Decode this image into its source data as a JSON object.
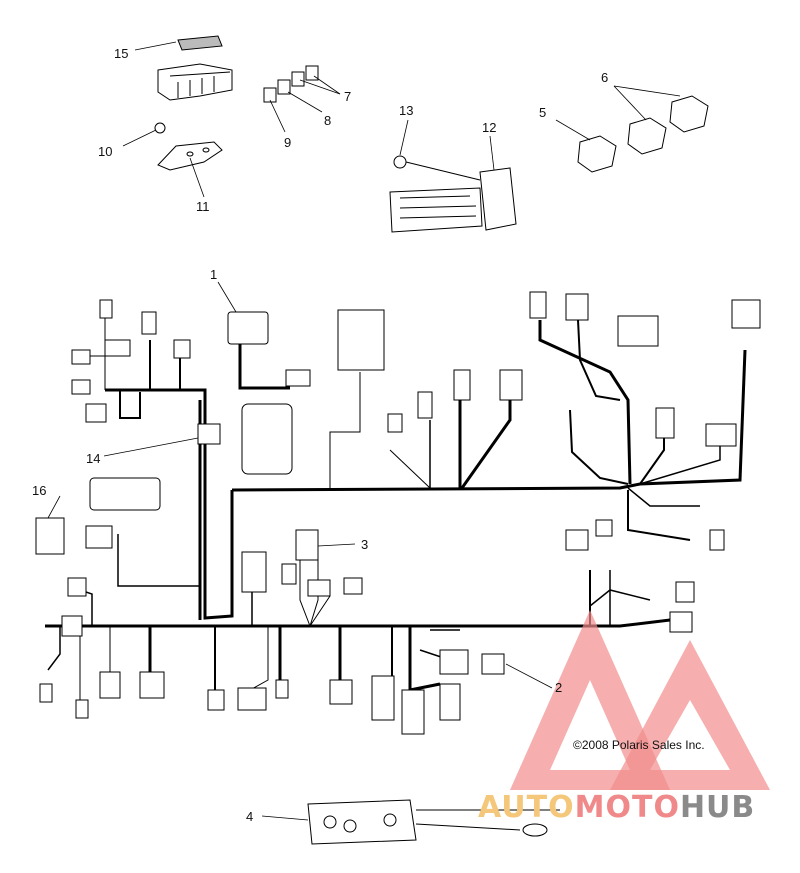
{
  "callouts": {
    "c1": "1",
    "c2": "2",
    "c3": "3",
    "c4": "4",
    "c5": "5",
    "c6": "6",
    "c7": "7",
    "c8": "8",
    "c9": "9",
    "c10": "10",
    "c11": "11",
    "c12": "12",
    "c13": "13",
    "c14": "14",
    "c15": "15",
    "c16": "16"
  },
  "copyright": "©2008 Polaris Sales Inc.",
  "watermark": {
    "part1": "AUTO",
    "part2": "MOTO",
    "part3": "HUB"
  },
  "colors": {
    "line": "#000000",
    "watermark_red": "#f28c8c",
    "watermark_yellow": "#f4c77a",
    "watermark_gray": "#8a8a8a"
  }
}
